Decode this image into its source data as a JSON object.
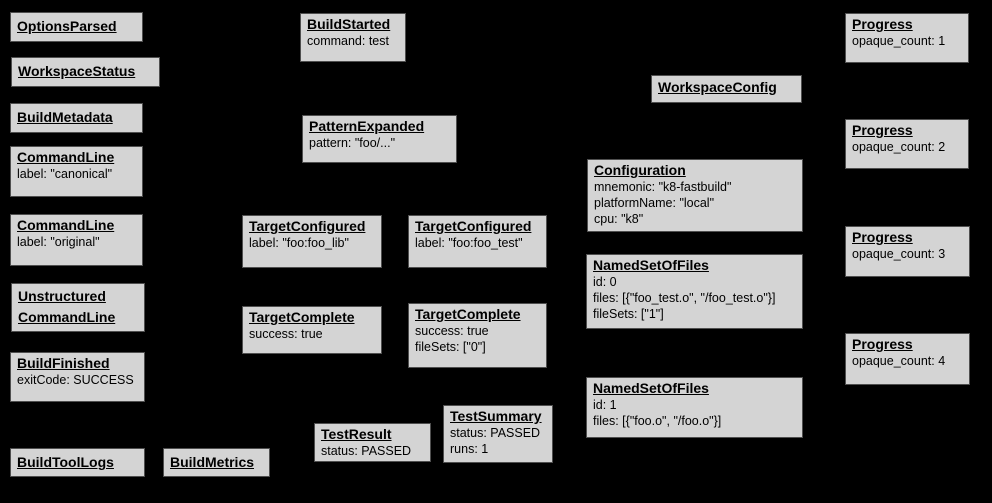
{
  "canvas": {
    "background_color": "#000000",
    "node_fill_color": "#d4d4d4",
    "node_border_color": "#4f4f4f",
    "node_text_color": "#000000"
  },
  "nodes": [
    {
      "title": "OptionsParsed",
      "lines": []
    },
    {
      "title": "WorkspaceStatus",
      "lines": []
    },
    {
      "title": "BuildMetadata",
      "lines": []
    },
    {
      "title": "CommandLine",
      "lines": [
        "label: \"canonical\""
      ]
    },
    {
      "title": "CommandLine",
      "lines": [
        "label: \"original\""
      ]
    },
    {
      "title": "Unstructured\nCommandLine",
      "lines": []
    },
    {
      "title": "BuildFinished",
      "lines": [
        "exitCode: SUCCESS"
      ]
    },
    {
      "title": "BuildToolLogs",
      "lines": []
    },
    {
      "title": "BuildMetrics",
      "lines": []
    },
    {
      "title": "BuildStarted",
      "lines": [
        "command: test"
      ]
    },
    {
      "title": "PatternExpanded",
      "lines": [
        "pattern: \"foo/...\""
      ]
    },
    {
      "title": "TargetConfigured",
      "lines": [
        "label: \"foo:foo_lib\""
      ]
    },
    {
      "title": "TargetConfigured",
      "lines": [
        "label: \"foo:foo_test\""
      ]
    },
    {
      "title": "TargetComplete",
      "lines": [
        "success: true"
      ]
    },
    {
      "title": "TargetComplete",
      "lines": [
        "success: true",
        "fileSets: [\"0\"]"
      ]
    },
    {
      "title": "TestResult",
      "lines": [
        "status: PASSED"
      ]
    },
    {
      "title": "TestSummary",
      "lines": [
        "status: PASSED",
        "runs: 1"
      ]
    },
    {
      "title": "WorkspaceConfig",
      "lines": []
    },
    {
      "title": "Configuration",
      "lines": [
        "mnemonic: \"k8-fastbuild\"",
        "platformName: \"local\"",
        "cpu: \"k8\""
      ]
    },
    {
      "title": "NamedSetOfFiles",
      "lines": [
        "id: 0",
        "files: [{\"foo_test.o\", \"/foo_test.o\"}]",
        "fileSets: [\"1\"]"
      ]
    },
    {
      "title": "NamedSetOfFiles",
      "lines": [
        "id: 1",
        "files: [{\"foo.o\", \"/foo.o\"}]"
      ]
    },
    {
      "title": "Progress",
      "lines": [
        "opaque_count: 1"
      ]
    },
    {
      "title": "Progress",
      "lines": [
        "opaque_count: 2"
      ]
    },
    {
      "title": "Progress",
      "lines": [
        "opaque_count: 3"
      ]
    },
    {
      "title": "Progress",
      "lines": [
        "opaque_count: 4"
      ]
    }
  ]
}
